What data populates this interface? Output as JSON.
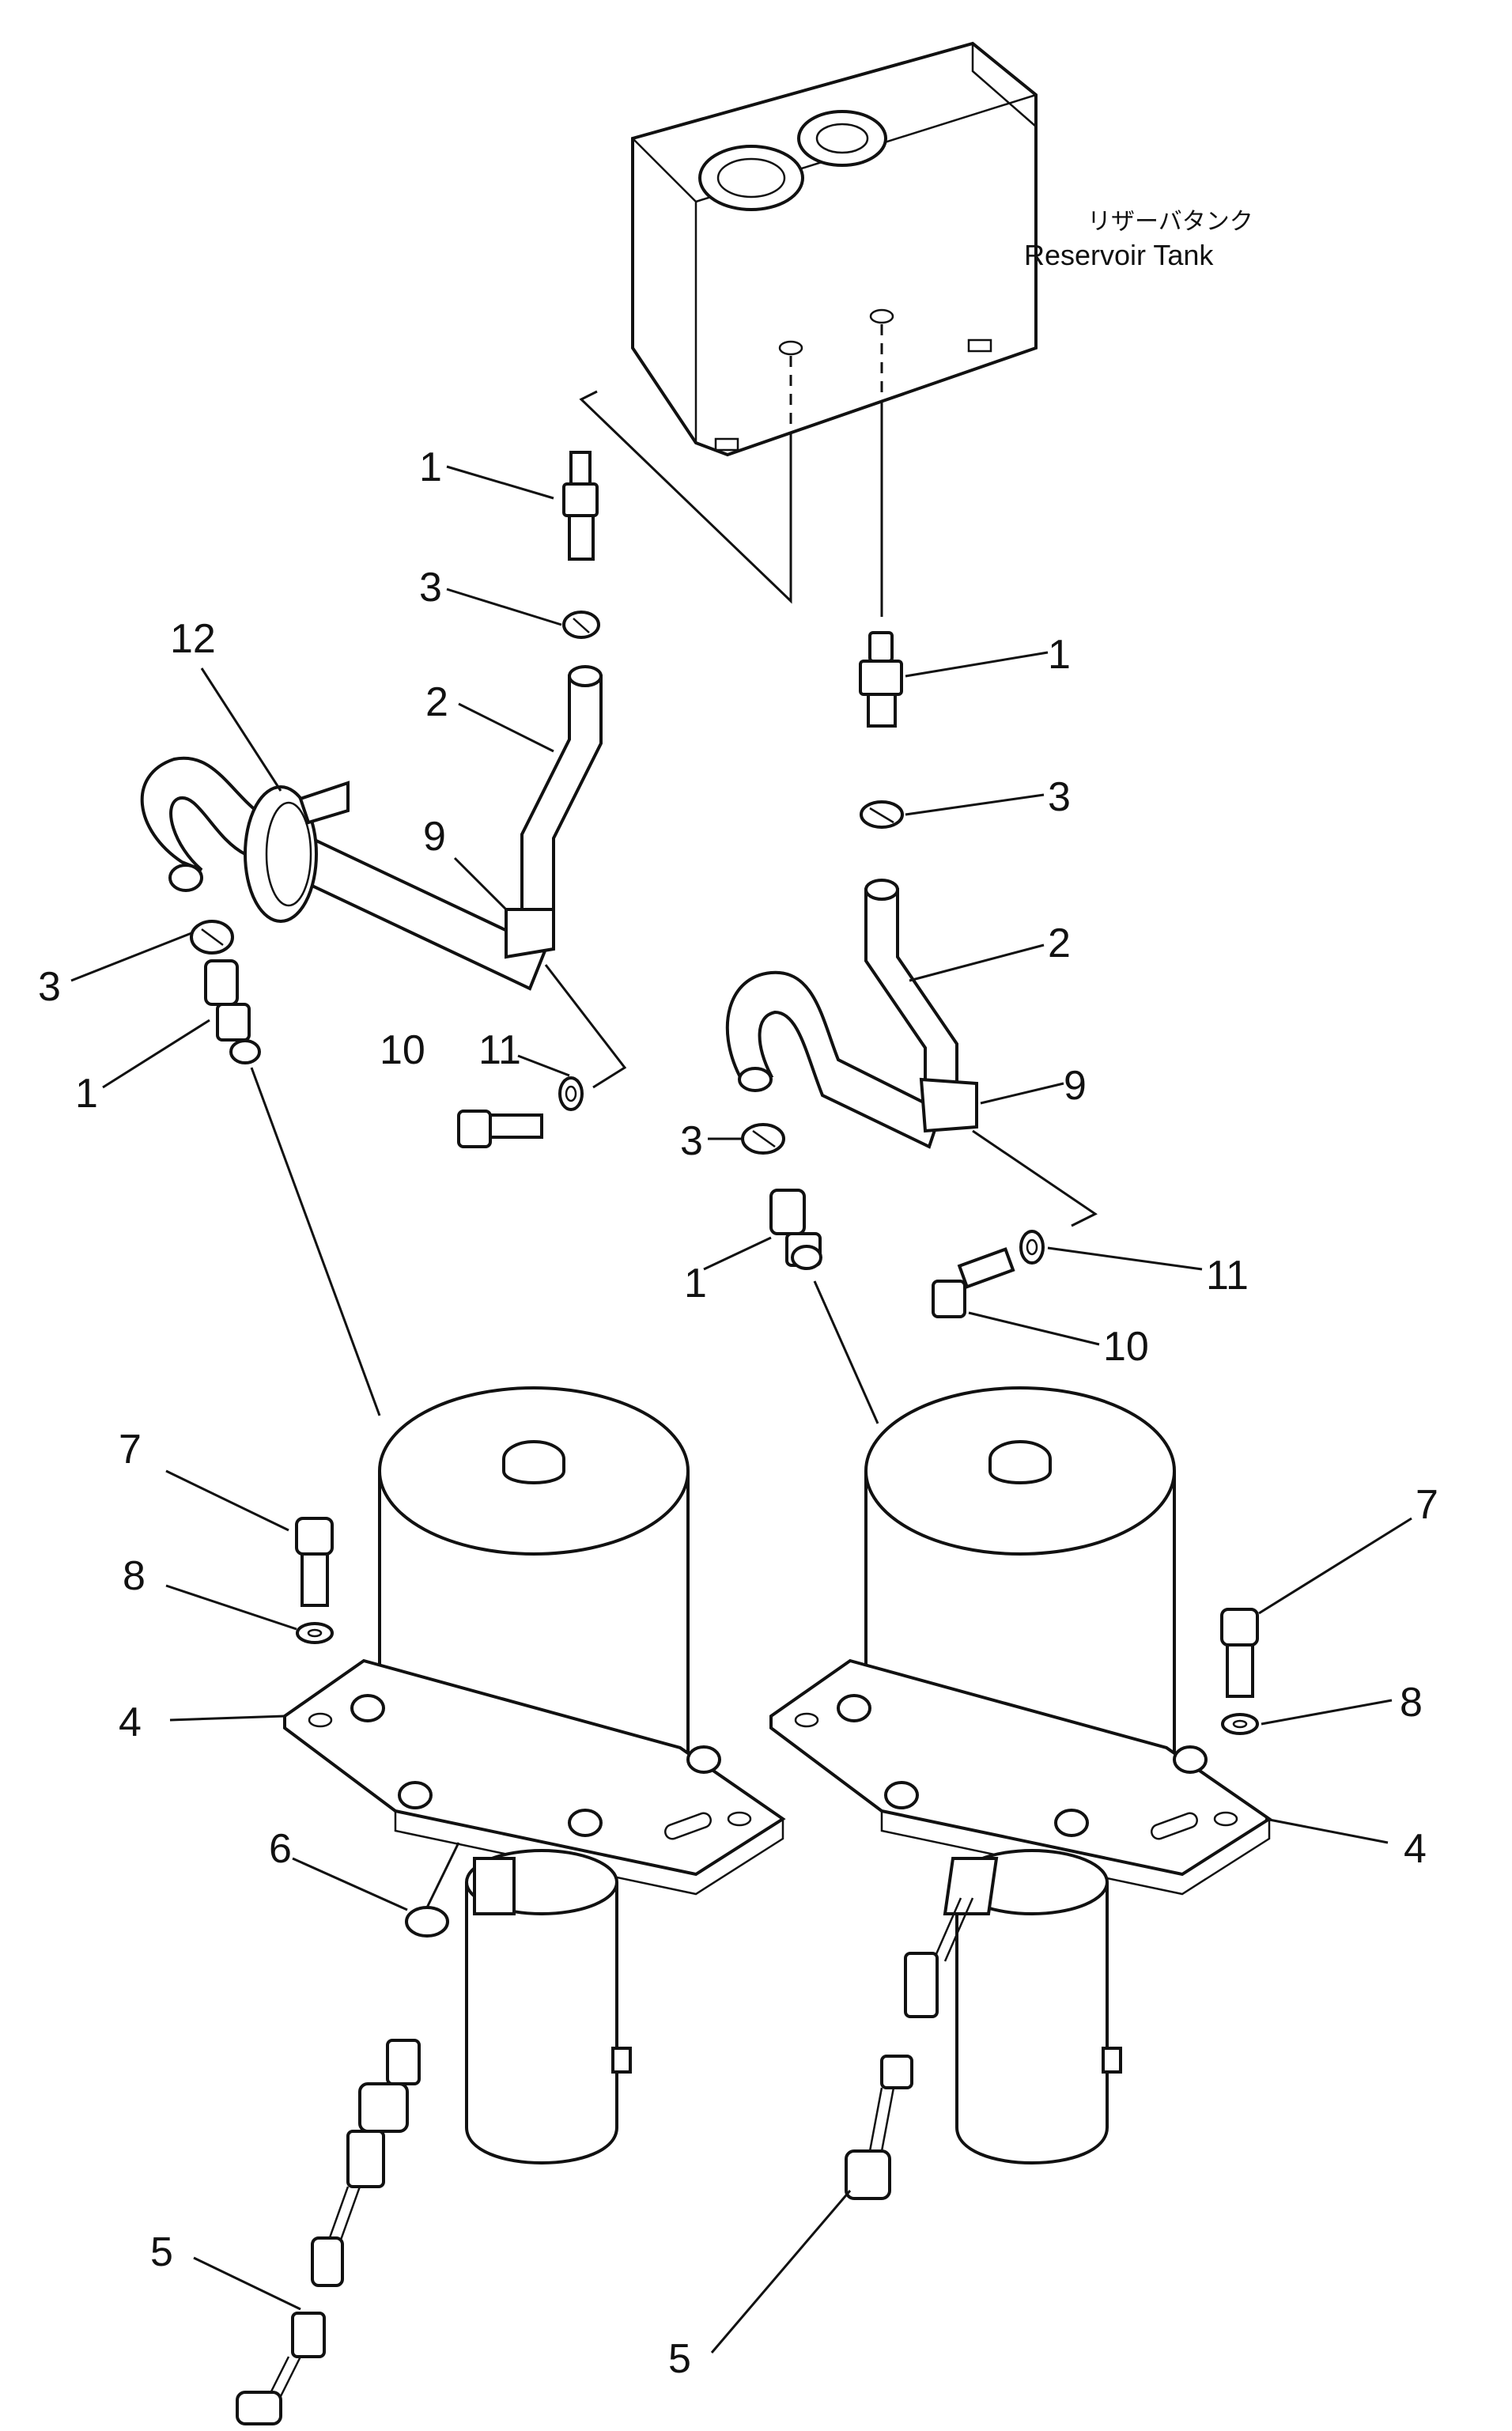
{
  "tank_label": {
    "japanese": "リザーバタンク",
    "english": "Reservoir Tank"
  },
  "callouts": {
    "left": {
      "p1_upper": "1",
      "p3_upper": "3",
      "p12": "12",
      "p2": "2",
      "p9": "9",
      "p3_lower": "3",
      "p1_lower": "1",
      "p10": "10",
      "p11": "11",
      "p7": "7",
      "p8": "8",
      "p4": "4",
      "p6": "6",
      "p5": "5"
    },
    "right": {
      "p1_upper": "1",
      "p3_upper": "3",
      "p2": "2",
      "p9": "9",
      "p3_lower": "3",
      "p1_lower": "1",
      "p11": "11",
      "p10": "10",
      "p7": "7",
      "p8": "8",
      "p4": "4",
      "p5": "5"
    }
  }
}
